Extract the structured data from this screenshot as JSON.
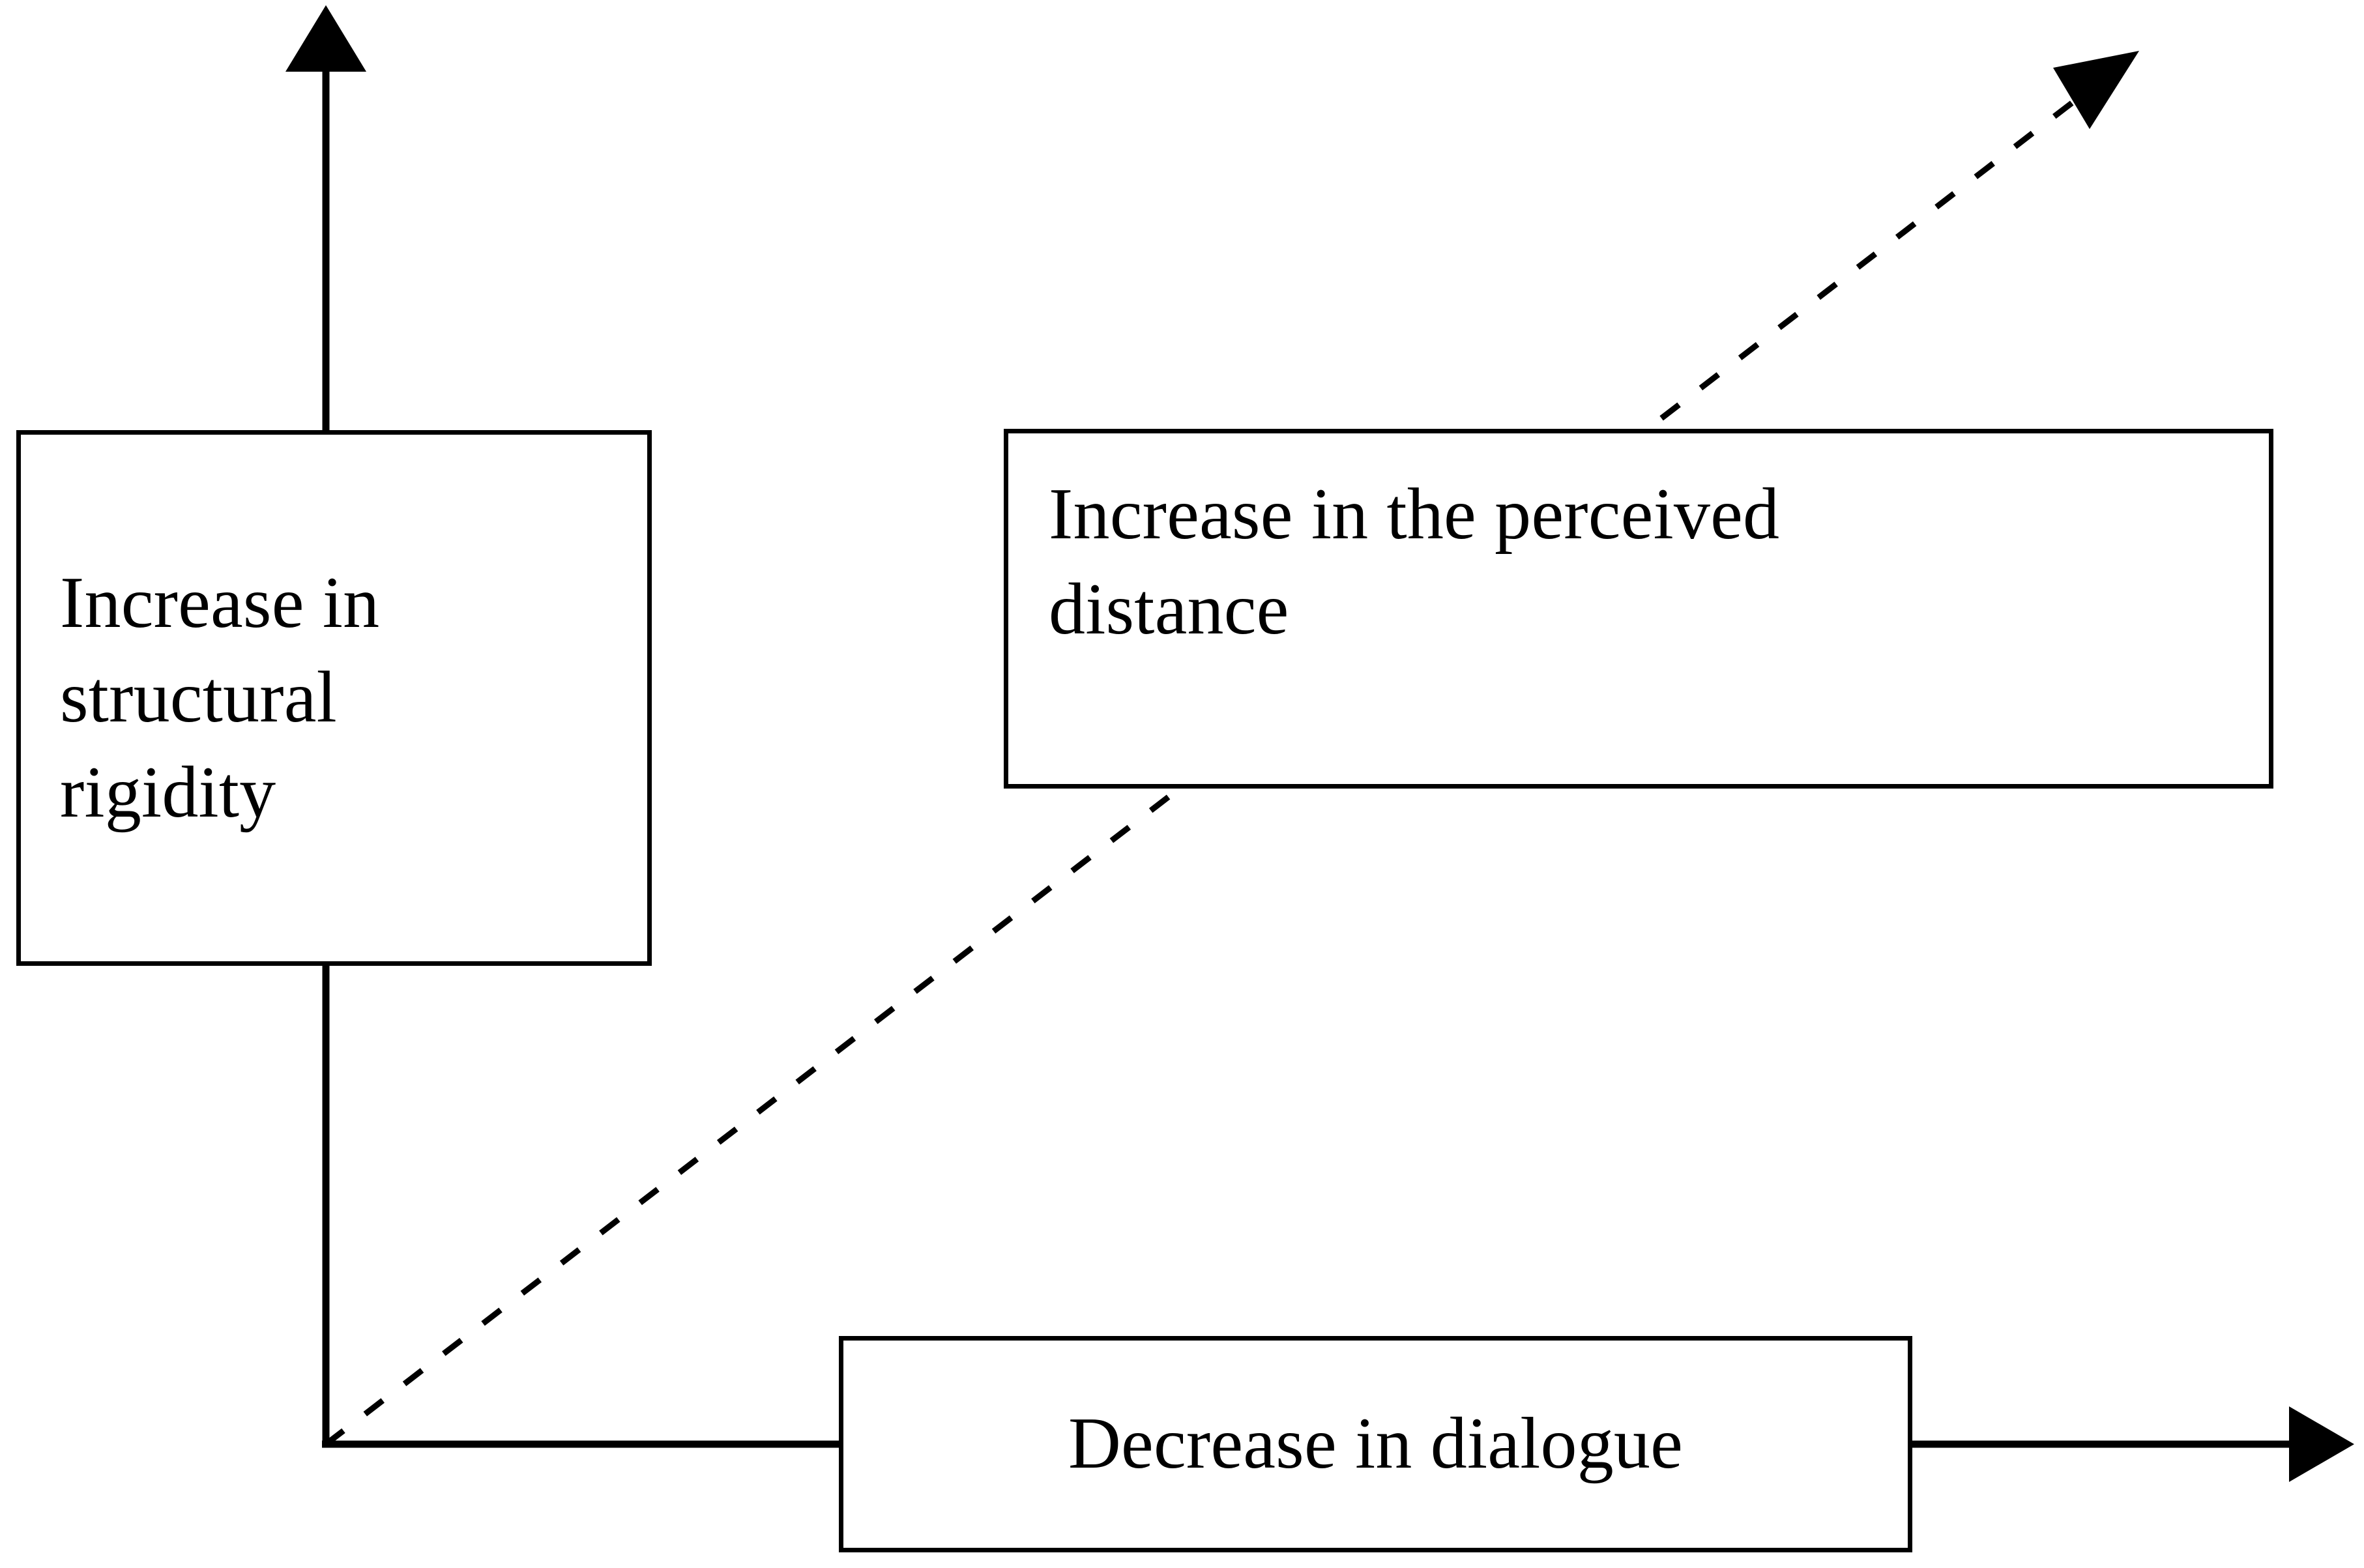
{
  "diagram": {
    "title": "",
    "background_color": "#ffffff",
    "line_color": "#000000",
    "nodes": [
      {
        "id": "structural-rigidity",
        "label": "Increase in\nstructural\nrigidity",
        "shape": "rectangle"
      },
      {
        "id": "perceived-distance",
        "label": "Increase in the perceived\ndistance",
        "shape": "rectangle"
      },
      {
        "id": "decrease-dialogue",
        "label": "Decrease in dialogue",
        "shape": "rectangle"
      }
    ],
    "axes": [
      {
        "id": "vertical-axis",
        "orientation": "vertical",
        "style": "solid",
        "arrowhead": "end"
      },
      {
        "id": "horizontal-axis",
        "orientation": "horizontal",
        "style": "solid",
        "arrowhead": "end"
      }
    ],
    "connectors": [
      {
        "id": "diagonal-trend",
        "style": "dashed",
        "arrowhead": "end",
        "from": "origin",
        "to": "upper-right"
      }
    ]
  }
}
